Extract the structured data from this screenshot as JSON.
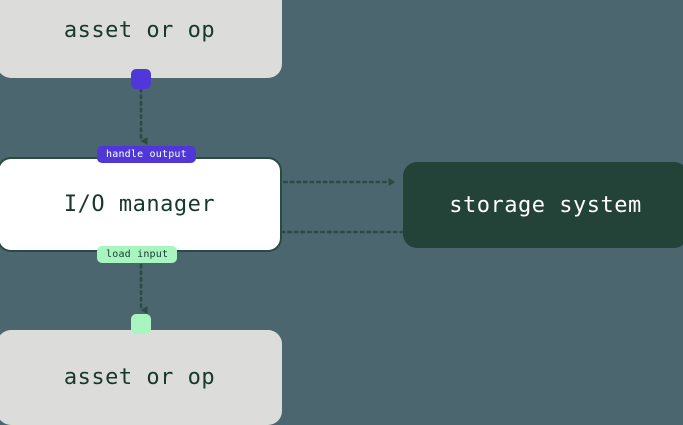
{
  "diagram": {
    "title": "io-manager-dataflow",
    "background_color": "#4c6670",
    "nodes": [
      {
        "id": "asset-top",
        "label": "asset or op",
        "fill": "#dcdcda",
        "text_color": "#17382f"
      },
      {
        "id": "io-manager",
        "label": "I/O manager",
        "fill": "#ffffff",
        "text_color": "#17382f",
        "border_color": "#2b4a41"
      },
      {
        "id": "storage",
        "label": "storage system",
        "fill": "#234238",
        "text_color": "#ffffff"
      },
      {
        "id": "asset-bottom",
        "label": "asset or op",
        "fill": "#dcdcda",
        "text_color": "#17382f"
      }
    ],
    "handles": [
      {
        "id": "handle-output",
        "color": "#5038d8"
      },
      {
        "id": "handle-input",
        "color": "#a8f5c0"
      }
    ],
    "edge_labels": [
      {
        "id": "handle-output",
        "text": "handle output",
        "fill": "#5038d8",
        "text_color": "#ffffff"
      },
      {
        "id": "load-input",
        "text": "load input",
        "fill": "#a8f5c0",
        "text_color": "#17382f"
      }
    ],
    "edges": [
      {
        "id": "asset-to-iomanager",
        "style": "dotted",
        "color": "#2b4a41",
        "direction": "down"
      },
      {
        "id": "iomanager-to-storage",
        "style": "dotted",
        "color": "#2b4a41",
        "direction": "right"
      },
      {
        "id": "storage-to-iomanager",
        "style": "dotted",
        "color": "#2b4a41",
        "direction": "left-down"
      },
      {
        "id": "iomanager-to-asset",
        "style": "dotted",
        "color": "#2b4a41",
        "direction": "down"
      }
    ]
  }
}
